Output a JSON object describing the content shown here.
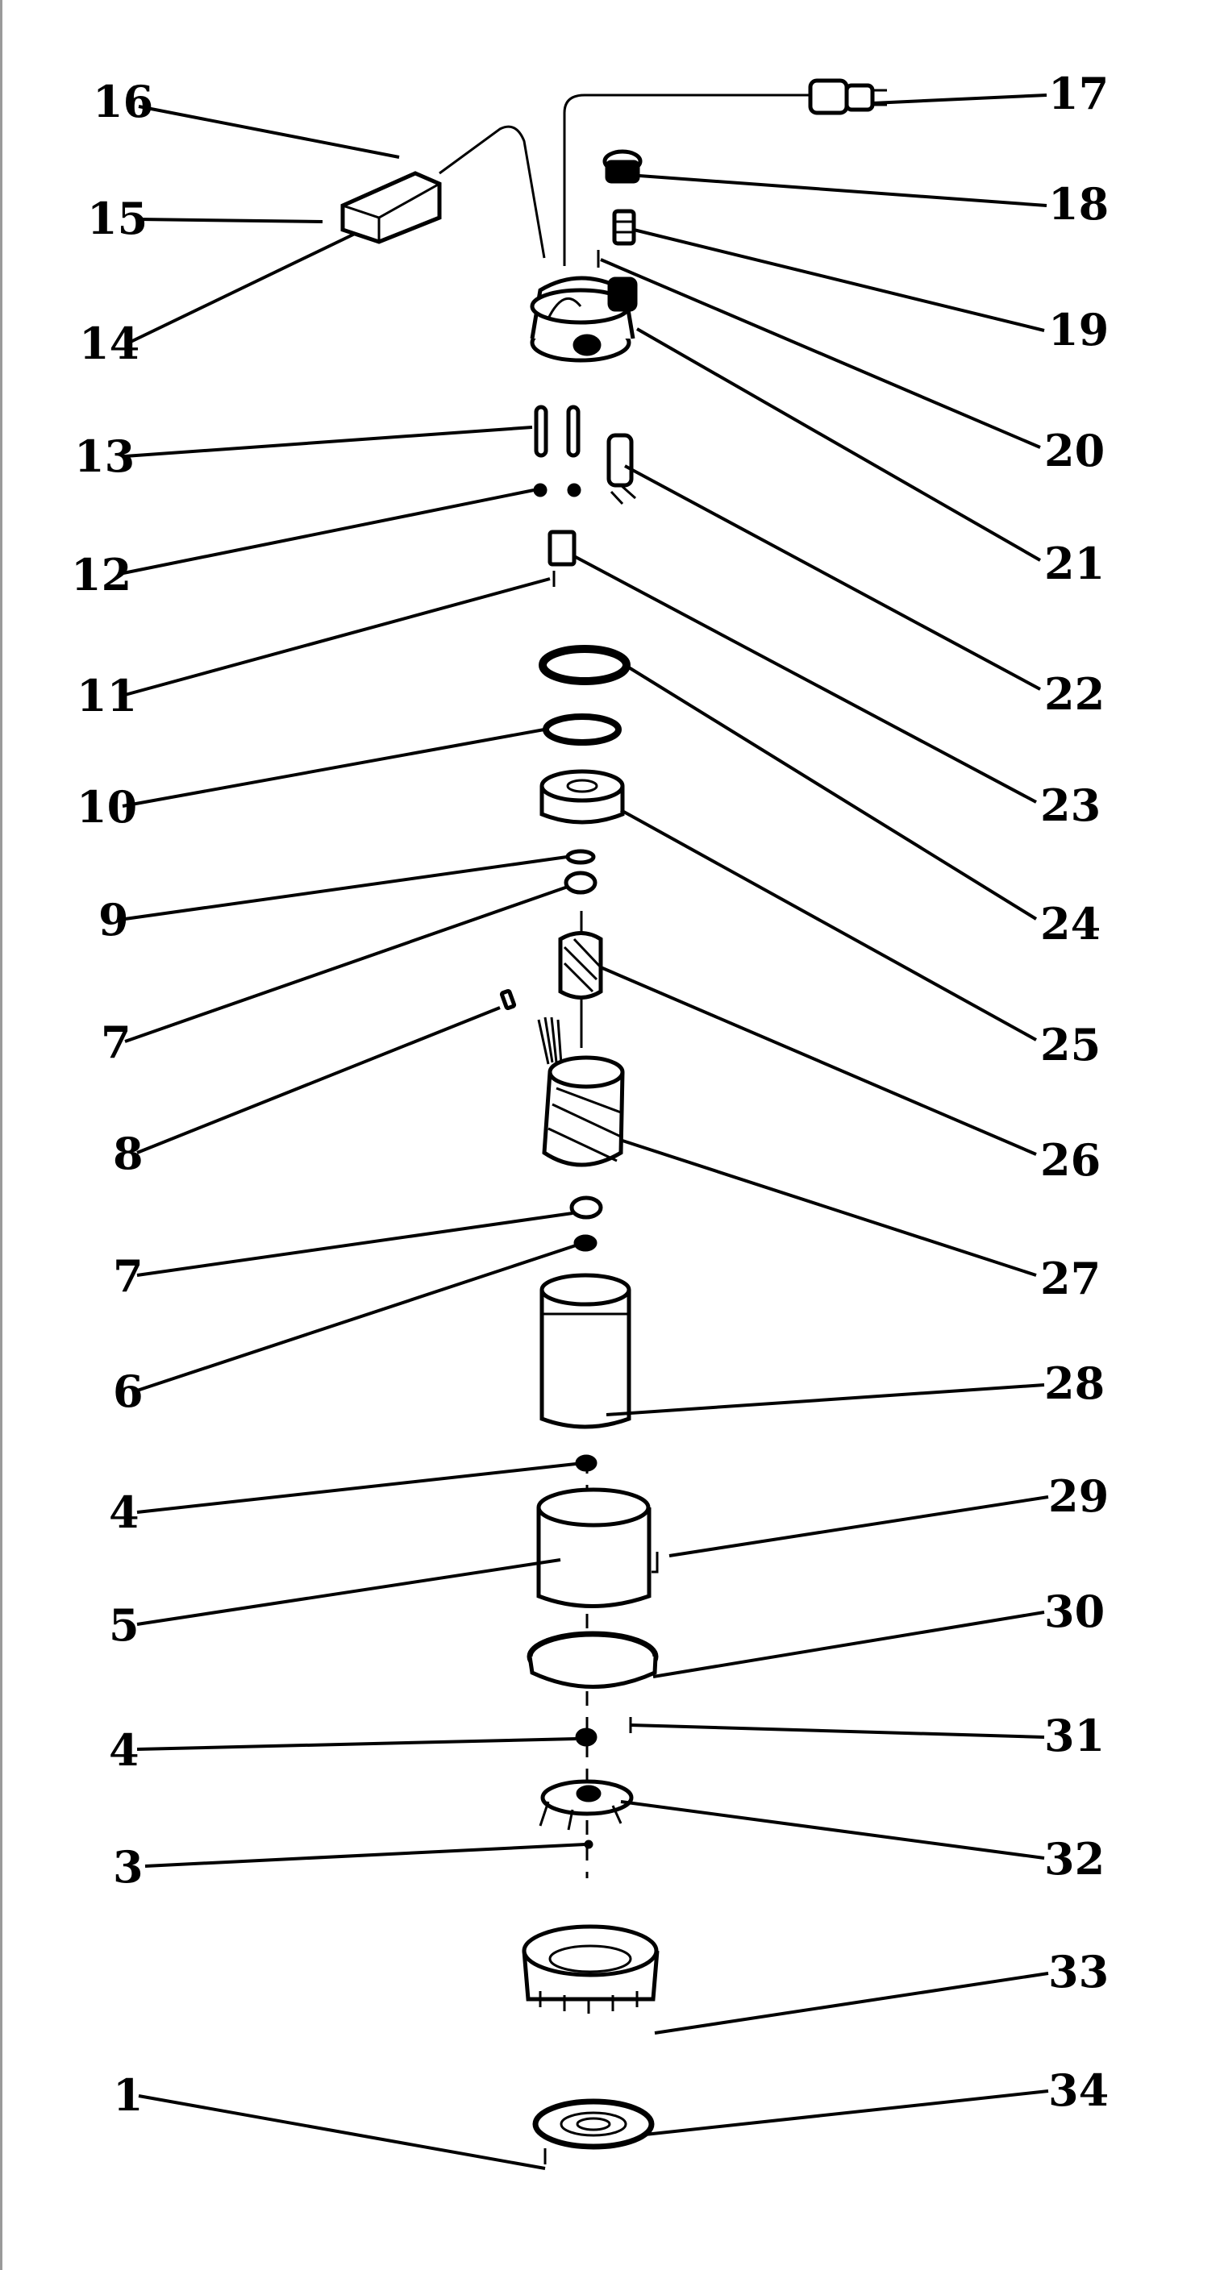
{
  "diagram": {
    "callouts": [
      {
        "id": "16",
        "text": "16"
      },
      {
        "id": "15",
        "text": "15"
      },
      {
        "id": "14",
        "text": "14"
      },
      {
        "id": "13",
        "text": "13"
      },
      {
        "id": "12",
        "text": "12"
      },
      {
        "id": "11",
        "text": "11"
      },
      {
        "id": "10",
        "text": "10"
      },
      {
        "id": "9",
        "text": "9"
      },
      {
        "id": "7a",
        "text": "7"
      },
      {
        "id": "8",
        "text": "8"
      },
      {
        "id": "7b",
        "text": "7"
      },
      {
        "id": "6",
        "text": "6"
      },
      {
        "id": "4a",
        "text": "4"
      },
      {
        "id": "5",
        "text": "5"
      },
      {
        "id": "4b",
        "text": "4"
      },
      {
        "id": "3",
        "text": "3"
      },
      {
        "id": "1",
        "text": "1"
      },
      {
        "id": "17",
        "text": "17"
      },
      {
        "id": "18",
        "text": "18"
      },
      {
        "id": "19",
        "text": "19"
      },
      {
        "id": "20",
        "text": "20"
      },
      {
        "id": "21",
        "text": "21"
      },
      {
        "id": "22",
        "text": "22"
      },
      {
        "id": "23",
        "text": "23"
      },
      {
        "id": "24",
        "text": "24"
      },
      {
        "id": "25",
        "text": "25"
      },
      {
        "id": "26",
        "text": "26"
      },
      {
        "id": "27",
        "text": "27"
      },
      {
        "id": "28",
        "text": "28"
      },
      {
        "id": "29",
        "text": "29"
      },
      {
        "id": "30",
        "text": "30"
      },
      {
        "id": "31",
        "text": "31"
      },
      {
        "id": "32",
        "text": "32"
      },
      {
        "id": "33",
        "text": "33"
      },
      {
        "id": "34",
        "text": "34"
      }
    ]
  }
}
